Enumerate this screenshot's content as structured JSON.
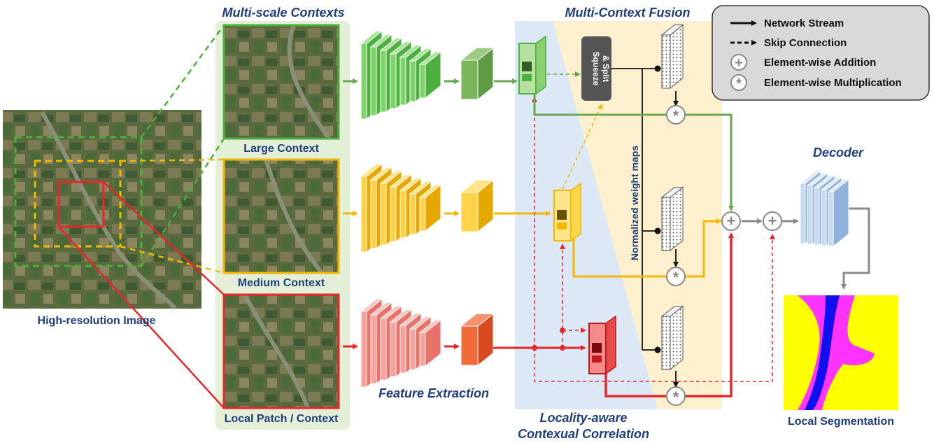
{
  "titles": {
    "multi_scale": "Multi-scale Contexts",
    "fusion": "Multi-Context Fusion",
    "feature_extraction": "Feature Extraction",
    "locality_line1": "Locality-aware",
    "locality_line2": "Contexual Correlation",
    "decoder": "Decoder"
  },
  "labels": {
    "high_res": "High-resolution Image",
    "large": "Large Context",
    "medium": "Medium Context",
    "local": "Local Patch / Context",
    "squeeze1": "Squeeze",
    "squeeze2": "& Split",
    "weight_maps": "Normalized weight maps",
    "local_seg": "Local Segmentation"
  },
  "legend": {
    "stream": "Network Stream",
    "skip": "Skip Connection",
    "add": "Element-wise Addition",
    "mult": "Element-wise Multiplication"
  },
  "colors": {
    "large": "#4caf3e",
    "medium": "#f5b800",
    "local": "#e8262b",
    "blue_panel": "#dce8f5",
    "orange_panel": "#fdf0cf",
    "context_panel": "#e3efd7",
    "decoder": "#a9c6e8",
    "seg_yellow": "#ffff00",
    "seg_magenta": "#ff33ff",
    "seg_blue": "#1010ee"
  },
  "icons": {
    "add": "circle-plus-icon",
    "mult": "circle-asterisk-icon"
  }
}
